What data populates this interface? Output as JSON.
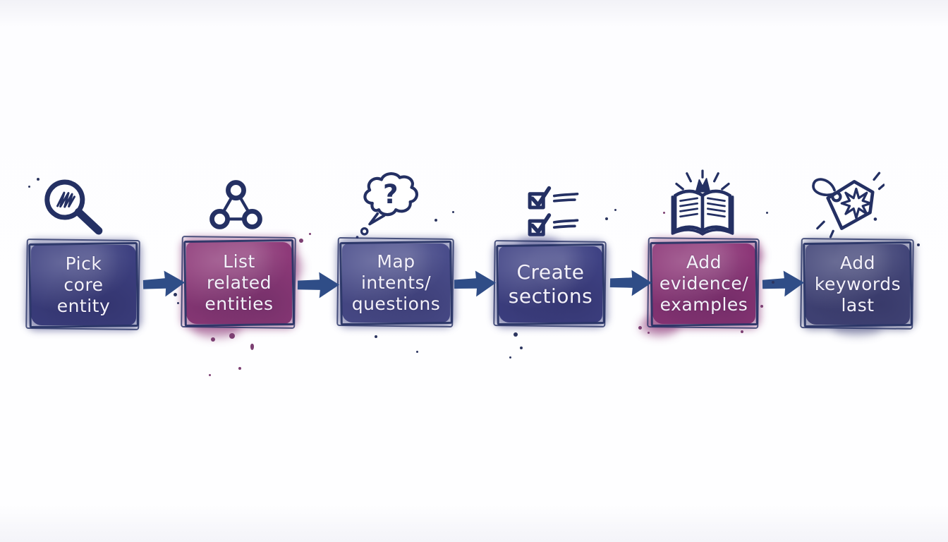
{
  "diagram": {
    "background": "#fdfdff",
    "ink_color": "#243063",
    "arrow_color": "#2f4d87",
    "label_color": "#f3f1f9",
    "splatter_purple": "#7c3f72",
    "splatter_navy": "#2c355f",
    "steps": [
      {
        "label": "Pick\ncore\nentity",
        "icon": "magnifier-icon",
        "fill": "#3d4080"
      },
      {
        "label": "List\nrelated\nentities",
        "icon": "network-nodes-icon",
        "fill": "#8e3a79"
      },
      {
        "label": "Map\nintents/\nquestions",
        "icon": "thought-bubble-question-icon",
        "fill": "#4a4d8b"
      },
      {
        "label": "Create\nsections",
        "icon": "checklist-icon",
        "fill": "#3f4284"
      },
      {
        "label": "Add\nevidence/\nexamples",
        "icon": "open-book-icon",
        "fill": "#8c3677"
      },
      {
        "label": "Add\nkeywords\nlast",
        "icon": "price-tag-icon",
        "fill": "#434679"
      }
    ]
  }
}
